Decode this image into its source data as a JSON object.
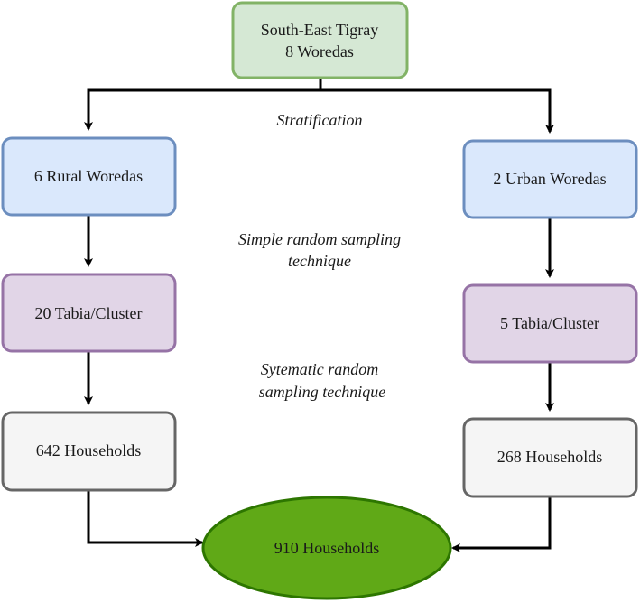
{
  "diagram": {
    "nodes": {
      "top": {
        "line1": "South-East Tigray",
        "line2": "8 Woredas"
      },
      "rural_woredas": "6 Rural Woredas",
      "urban_woredas": "2 Urban Woredas",
      "rural_tabia": "20 Tabia/Cluster",
      "urban_tabia": "5 Tabia/Cluster",
      "rural_households": "642 Households",
      "urban_households": "268 Households",
      "total_households": "910 Households"
    },
    "labels": {
      "stratification": "Stratification",
      "simple_random": {
        "line1": "Simple random sampling",
        "line2": "technique"
      },
      "systematic_random": {
        "line1": "Sytematic random",
        "line2": "sampling technique"
      }
    }
  },
  "colors": {
    "green_fill": "#d5e8d4",
    "green_stroke": "#82b366",
    "blue_fill": "#dae8fc",
    "blue_stroke": "#6c8ebf",
    "purple_fill": "#e1d5e7",
    "purple_stroke": "#9673a6",
    "gray_fill": "#f5f5f5",
    "gray_stroke": "#666666",
    "ellipse_fill": "#60a917",
    "ellipse_stroke": "#2d7600",
    "arrow": "#000000"
  }
}
